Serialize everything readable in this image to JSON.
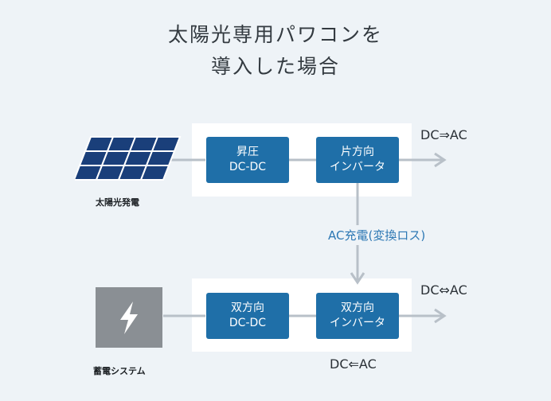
{
  "title": {
    "line1": "太陽光専用パワコンを",
    "line2": "導入した場合"
  },
  "solar": {
    "label": "太陽光発電",
    "icon": "solar-panel-icon"
  },
  "battery": {
    "label": "蓄電システム",
    "icon": "lightning-bolt-icon"
  },
  "top_row": {
    "box1": {
      "line1": "昇圧",
      "line2": "DC-DC"
    },
    "box2": {
      "line1": "片方向",
      "line2": "インバータ"
    },
    "output": "DC⇒AC"
  },
  "bottom_row": {
    "box1": {
      "line1": "双方向",
      "line2": "DC-DC"
    },
    "box2": {
      "line1": "双方向",
      "line2": "インバータ"
    },
    "output": "DC⇔AC",
    "under": "DC⇐AC"
  },
  "link_label": "AC充電(変換ロス)",
  "colors": {
    "box": "#1f6fa8",
    "line": "#b8c0c8",
    "link_text": "#2d78b4",
    "solar": "#1a3f7a"
  }
}
